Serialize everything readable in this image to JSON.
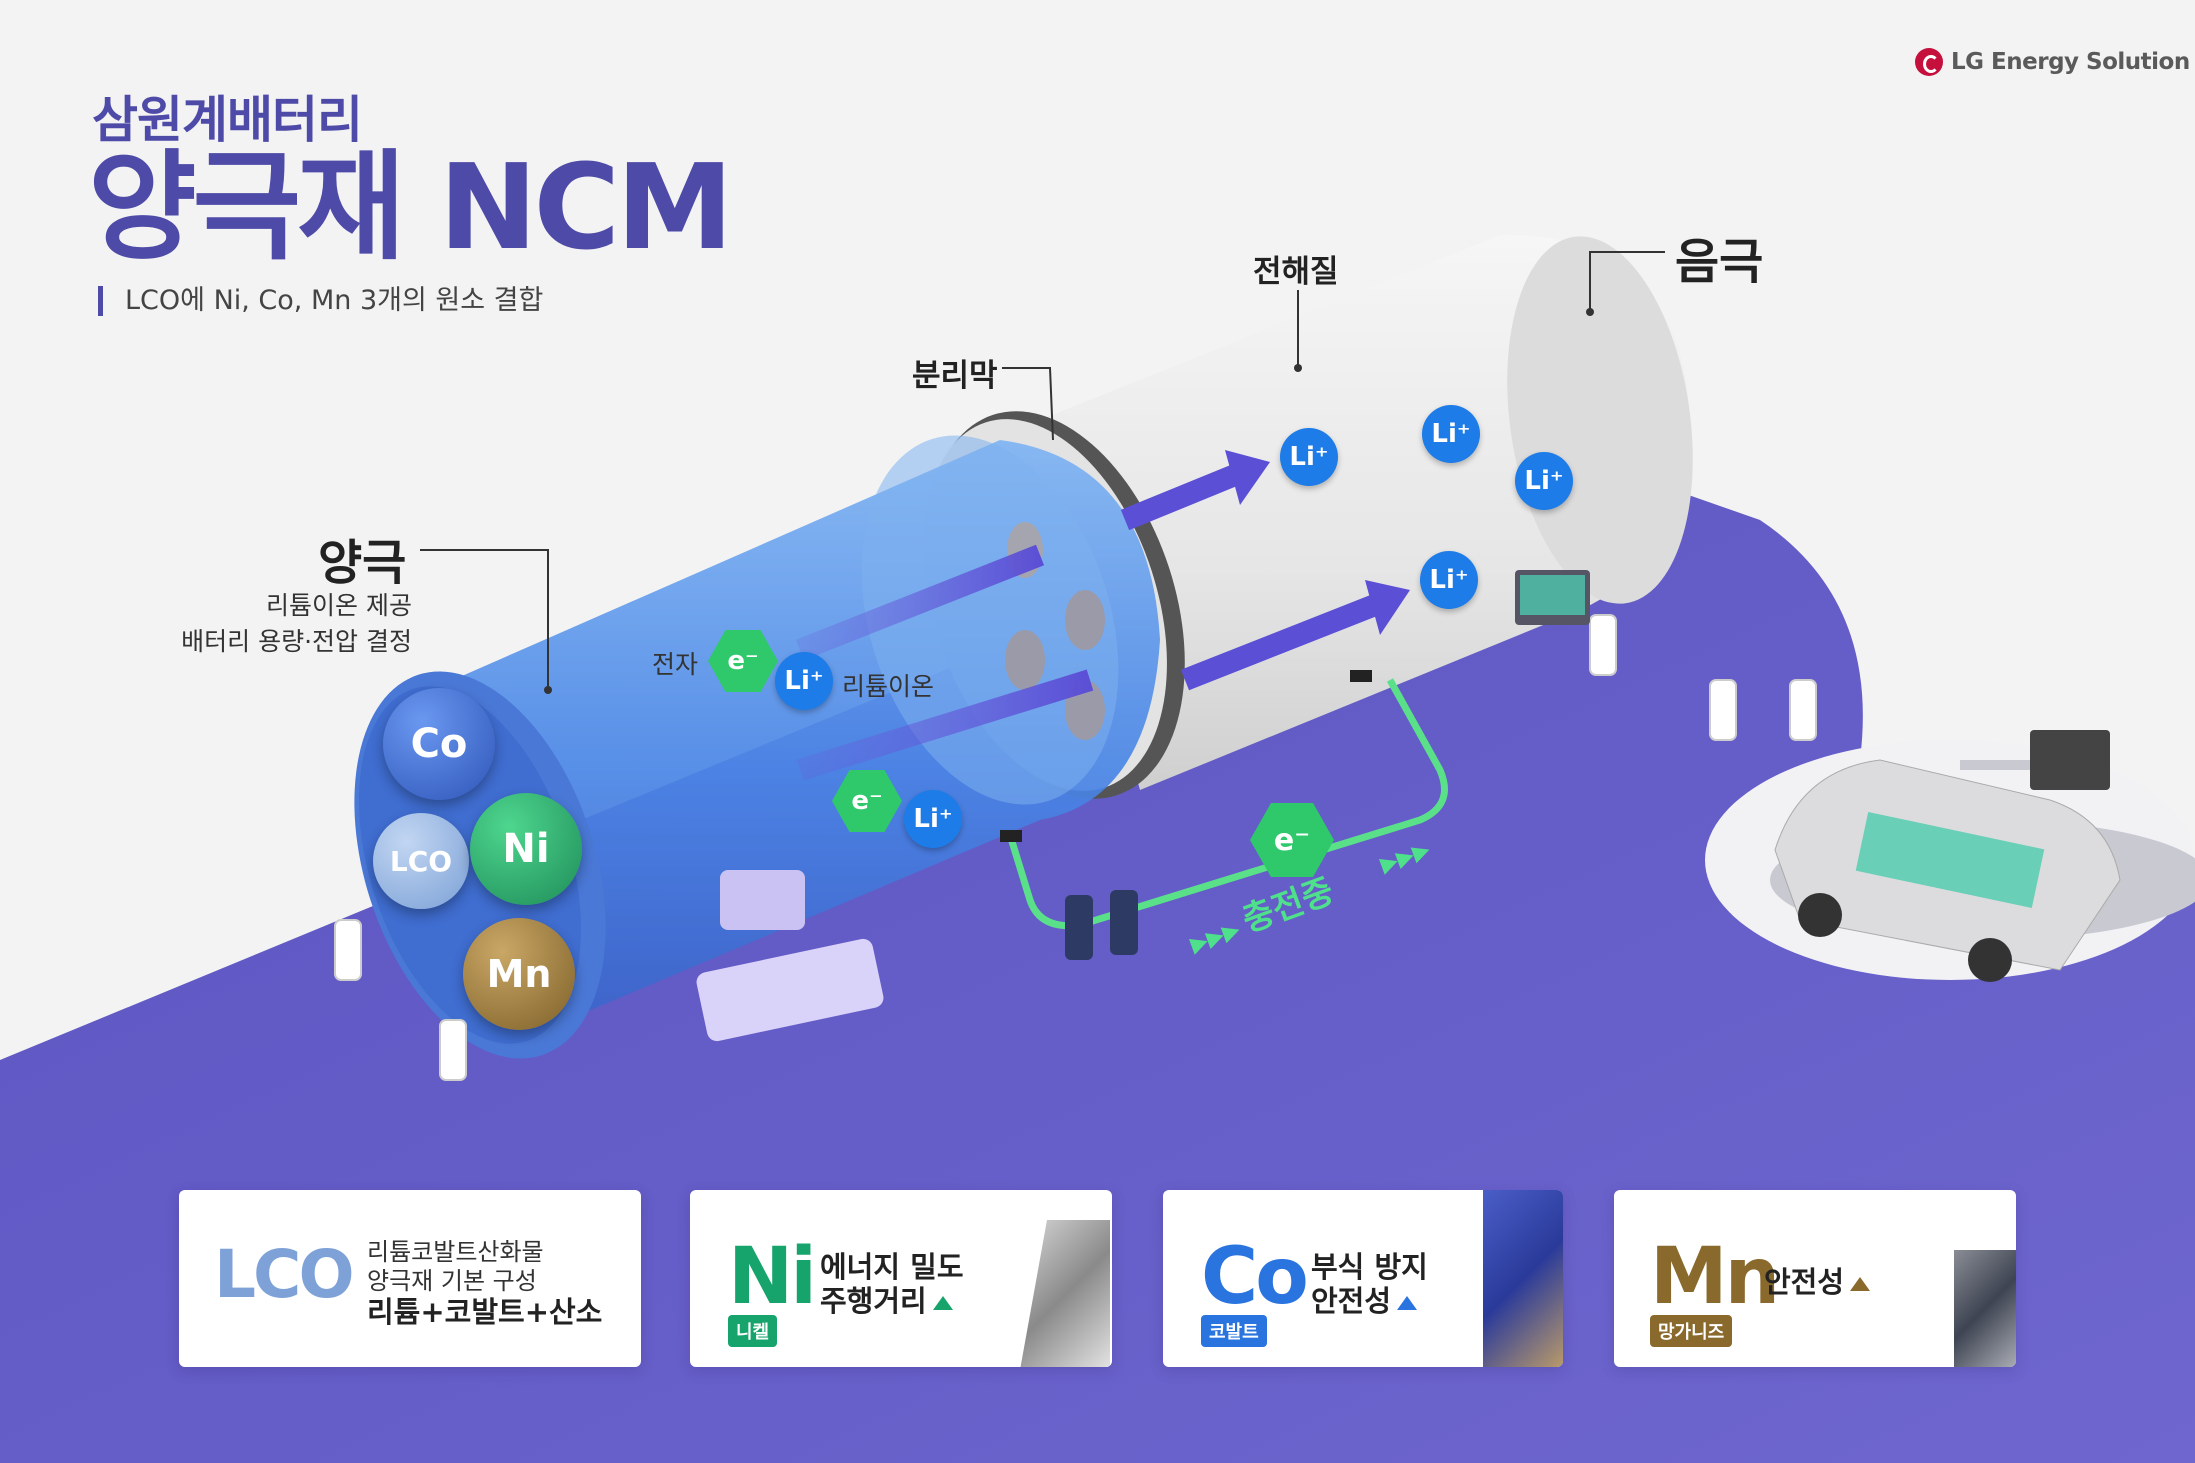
{
  "brand": {
    "logo_text": "LG Energy Solution"
  },
  "header": {
    "subtitle": "삼원계배터리",
    "title": "양극재 NCM",
    "description": "LCO에 Ni, Co, Mn 3개의 원소 결합"
  },
  "diagram": {
    "cathode": {
      "label": "양극",
      "desc_line1": "리튬이온 제공",
      "desc_line2": "배터리 용량·전압 결정"
    },
    "separator": {
      "label": "분리막"
    },
    "electrolyte": {
      "label": "전해질"
    },
    "anode": {
      "label": "음극"
    },
    "electron_label": "전자",
    "lithium_ion_label": "리튬이온",
    "electron_symbol": "e⁻",
    "li_symbol": "Li⁺",
    "charging_label": "충전중",
    "elements": [
      {
        "symbol": "Co",
        "color": "#3a66c9"
      },
      {
        "symbol": "LCO",
        "color": "#8cb0de"
      },
      {
        "symbol": "Ni",
        "color": "#2aa86a"
      },
      {
        "symbol": "Mn",
        "color": "#9a7a3c"
      }
    ]
  },
  "cards": [
    {
      "symbol": "LCO",
      "color": "#7ea2d8",
      "lines": [
        "리튬코발트산화물",
        "양극재 기본 구성"
      ],
      "bold_line": "리튬+코발트+산소"
    },
    {
      "symbol": "Ni",
      "color": "#17a46c",
      "tag": "니켈",
      "lines": [
        "에너지 밀도",
        "주행거리"
      ]
    },
    {
      "symbol": "Co",
      "color": "#2a74e0",
      "tag": "코발트",
      "lines": [
        "부식 방지",
        "안전성"
      ]
    },
    {
      "symbol": "Mn",
      "color": "#8a6a2c",
      "tag": "망가니즈",
      "lines": [
        "안전성"
      ]
    }
  ],
  "colors": {
    "brand_purple": "#4e4aa8",
    "floor": "#6a62c8",
    "li_blue": "#1d7ce8",
    "electron_green": "#2fc96c"
  }
}
